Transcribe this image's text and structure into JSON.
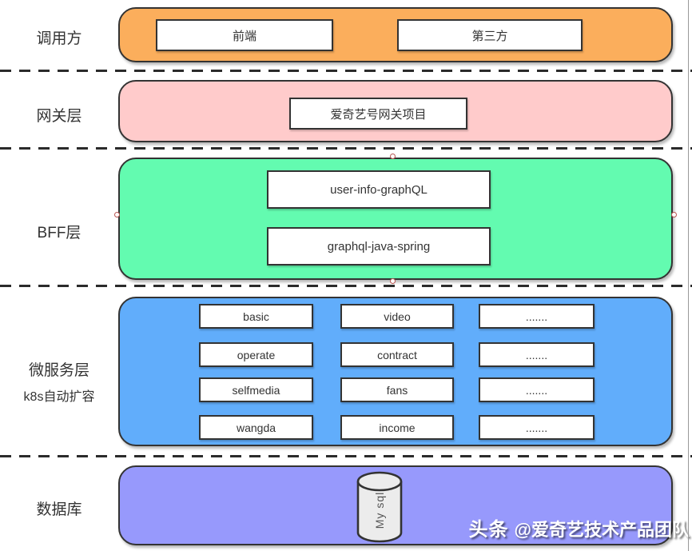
{
  "diagram": {
    "colors": {
      "caller_layer": "#FBAE5C",
      "gateway_layer": "#FFCBCB",
      "bff_layer": "#63FBB0",
      "microservice_layer": "#61ADFB",
      "database_layer": "#9799FC",
      "outline": "#333333",
      "connection_point": "#B85450"
    },
    "layers": [
      {
        "label": "调用方",
        "items": [
          "前端",
          "第三方"
        ]
      },
      {
        "label": "网关层",
        "items": [
          "爱奇艺号网关项目"
        ]
      },
      {
        "label": "BFF层",
        "items": [
          "user-info-graphQL",
          "graphql-java-spring"
        ]
      },
      {
        "label": "微服务层",
        "sublabel": "k8s自动扩容",
        "grid": [
          [
            "basic",
            "video",
            "......."
          ],
          [
            "operate",
            "contract",
            "......."
          ],
          [
            "selfmedia",
            "fans",
            "......."
          ],
          [
            "wangda",
            "income",
            "......."
          ]
        ]
      },
      {
        "label": "数据库",
        "database": "My sql"
      }
    ],
    "watermark": {
      "brand": "头条",
      "handle": "@爱奇艺技术产品团队"
    }
  }
}
